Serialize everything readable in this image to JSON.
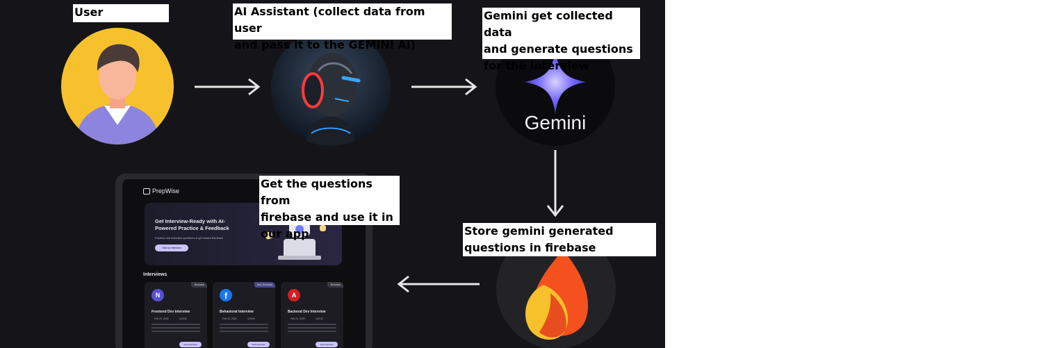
{
  "nodes": {
    "user": {
      "label": "User"
    },
    "assistant": {
      "label": "AI Assistant (collect data from user\nand pass it to the GEMINI AI)"
    },
    "gemini": {
      "label": "Gemini get collected data\nand generate questions\nfor the interview",
      "logo_text": "Gemini"
    },
    "firebase": {
      "label": "Store gemini generated\nquestions in firebase"
    },
    "app": {
      "label": "Get the questions from\nfirebase and use it in\nour app"
    }
  },
  "app_mockup": {
    "brand": "PrepWise",
    "hero_title": "Get Interview-Ready with AI-Powered Practice & Feedback",
    "hero_subtitle": "Practice real interview questions & get instant feedback",
    "hero_button": "Start an Interview",
    "section_title": "Interviews",
    "cards": [
      {
        "tag": "Technical",
        "title": "Frontend Dev Interview",
        "date": "Feb 20, 2025",
        "score": "12/100",
        "button": "View Interview"
      },
      {
        "tag": "Non-Technical",
        "title": "Behavioral Interview",
        "date": "Feb 20, 2025",
        "score": "12/100",
        "button": "View Interview"
      },
      {
        "tag": "Technical",
        "title": "Backend Dev Interview",
        "date": "Feb 20, 2025",
        "score": "12/100",
        "button": "View Interview"
      }
    ]
  },
  "colors": {
    "background": "#151519",
    "arrow": "#e6e6e6",
    "user_circle": "#f7c12e",
    "firebase_orange": "#f4511e",
    "firebase_yellow": "#f6c12a",
    "gemini_purple": "#8a7cff"
  }
}
